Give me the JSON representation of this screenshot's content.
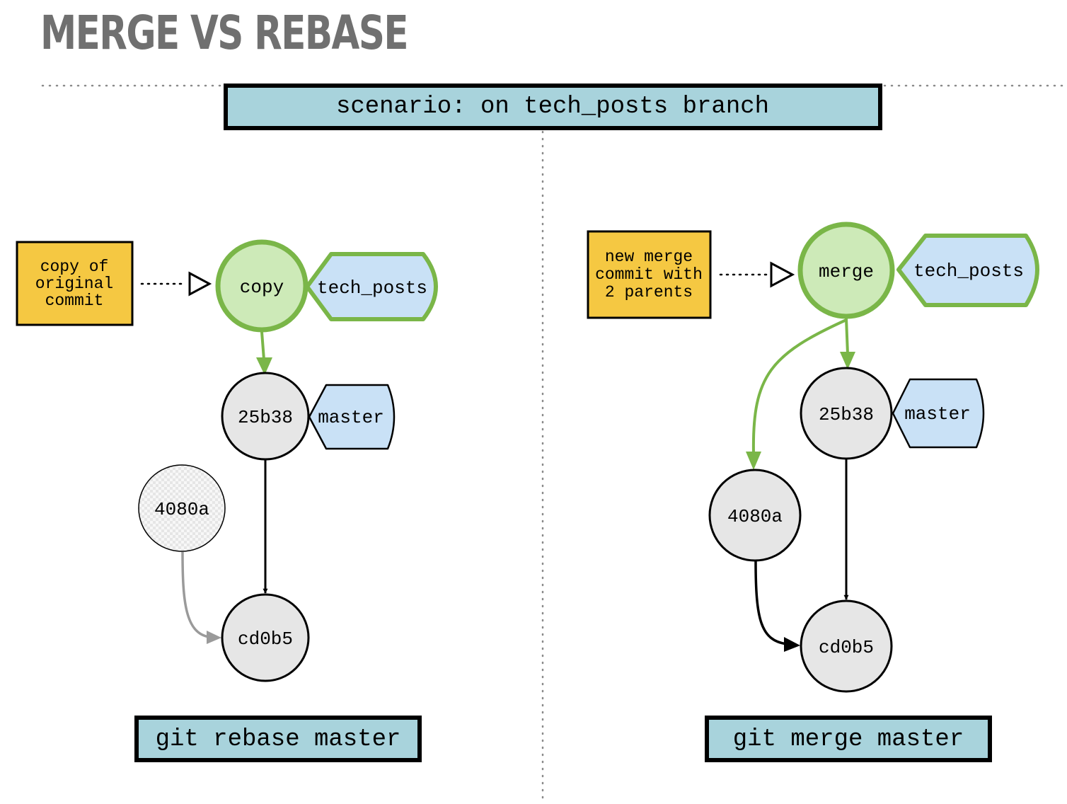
{
  "title": "MERGE VS REBASE",
  "scenario": "scenario: on tech_posts branch",
  "colors": {
    "commit_fill": "#e6e6e6",
    "new_commit_fill": "#cdeab8",
    "new_commit_stroke": "#7ab648",
    "branch_label_fill": "#c9e1f6",
    "note_fill": "#f5c842",
    "command_fill": "#a8d3dc",
    "green_arrow": "#7ab648",
    "gray_arrow": "#9a9a9a"
  },
  "rebase": {
    "note": [
      "copy of",
      "original",
      "commit"
    ],
    "new_commit": "copy",
    "new_branch": "tech_posts",
    "commit_top": "25b38",
    "branch_top": "master",
    "orphan_commit": "4080a",
    "base_commit": "cd0b5",
    "command": "git rebase master"
  },
  "merge": {
    "note": [
      "new merge",
      "commit with",
      "2 parents"
    ],
    "new_commit": "merge",
    "new_branch": "tech_posts",
    "commit_top": "25b38",
    "branch_top": "master",
    "side_commit": "4080a",
    "base_commit": "cd0b5",
    "command": "git merge master"
  }
}
